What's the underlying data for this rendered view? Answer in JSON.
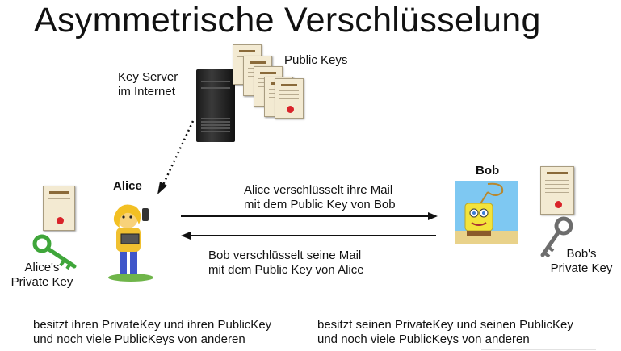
{
  "title": "Asymmetrische Verschlüsselung",
  "key_server": {
    "line1": "Key Server",
    "line2": "im Internet"
  },
  "public_keys_label": "Public Keys",
  "alice": {
    "name": "Alice",
    "private_key_line1": "Alice's",
    "private_key_line2": "Private Key",
    "desc_line1": "besitzt ihren PrivateKey und ihren PublicKey",
    "desc_line2": "und noch viele PublicKeys von anderen"
  },
  "bob": {
    "name": "Bob",
    "private_key_line1": "Bob's",
    "private_key_line2": "Private Key",
    "desc_line1": "besitzt seinen PrivateKey und seinen PublicKey",
    "desc_line2": "und noch viele PublicKeys von anderen"
  },
  "arrow_to_bob": {
    "line1": "Alice verschlüsselt ihre Mail",
    "line2": "mit dem Public Key von Bob"
  },
  "arrow_to_alice": {
    "line1": "Bob verschlüsselt seine Mail",
    "line2": "mit dem Public Key von Alice"
  },
  "colors": {
    "alice_key": "#3fa63a",
    "bob_key": "#6d6d6d",
    "seal": "#d9232a",
    "bob_bg": "#7ec8f2",
    "sponge": "#f3e33b"
  }
}
